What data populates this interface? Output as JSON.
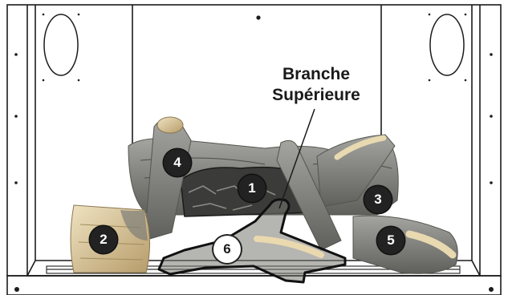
{
  "callout": {
    "line1": "Branche",
    "line2": "Supérieure"
  },
  "markers": [
    {
      "label": "1"
    },
    {
      "label": "2"
    },
    {
      "label": "3"
    },
    {
      "label": "4"
    },
    {
      "label": "5"
    },
    {
      "label": "6"
    }
  ],
  "colors": {
    "frame": "#1c1c1c",
    "marker_fill": "#222222",
    "log_bark": "#8a8a88",
    "log_wood": "#d9c79a"
  }
}
